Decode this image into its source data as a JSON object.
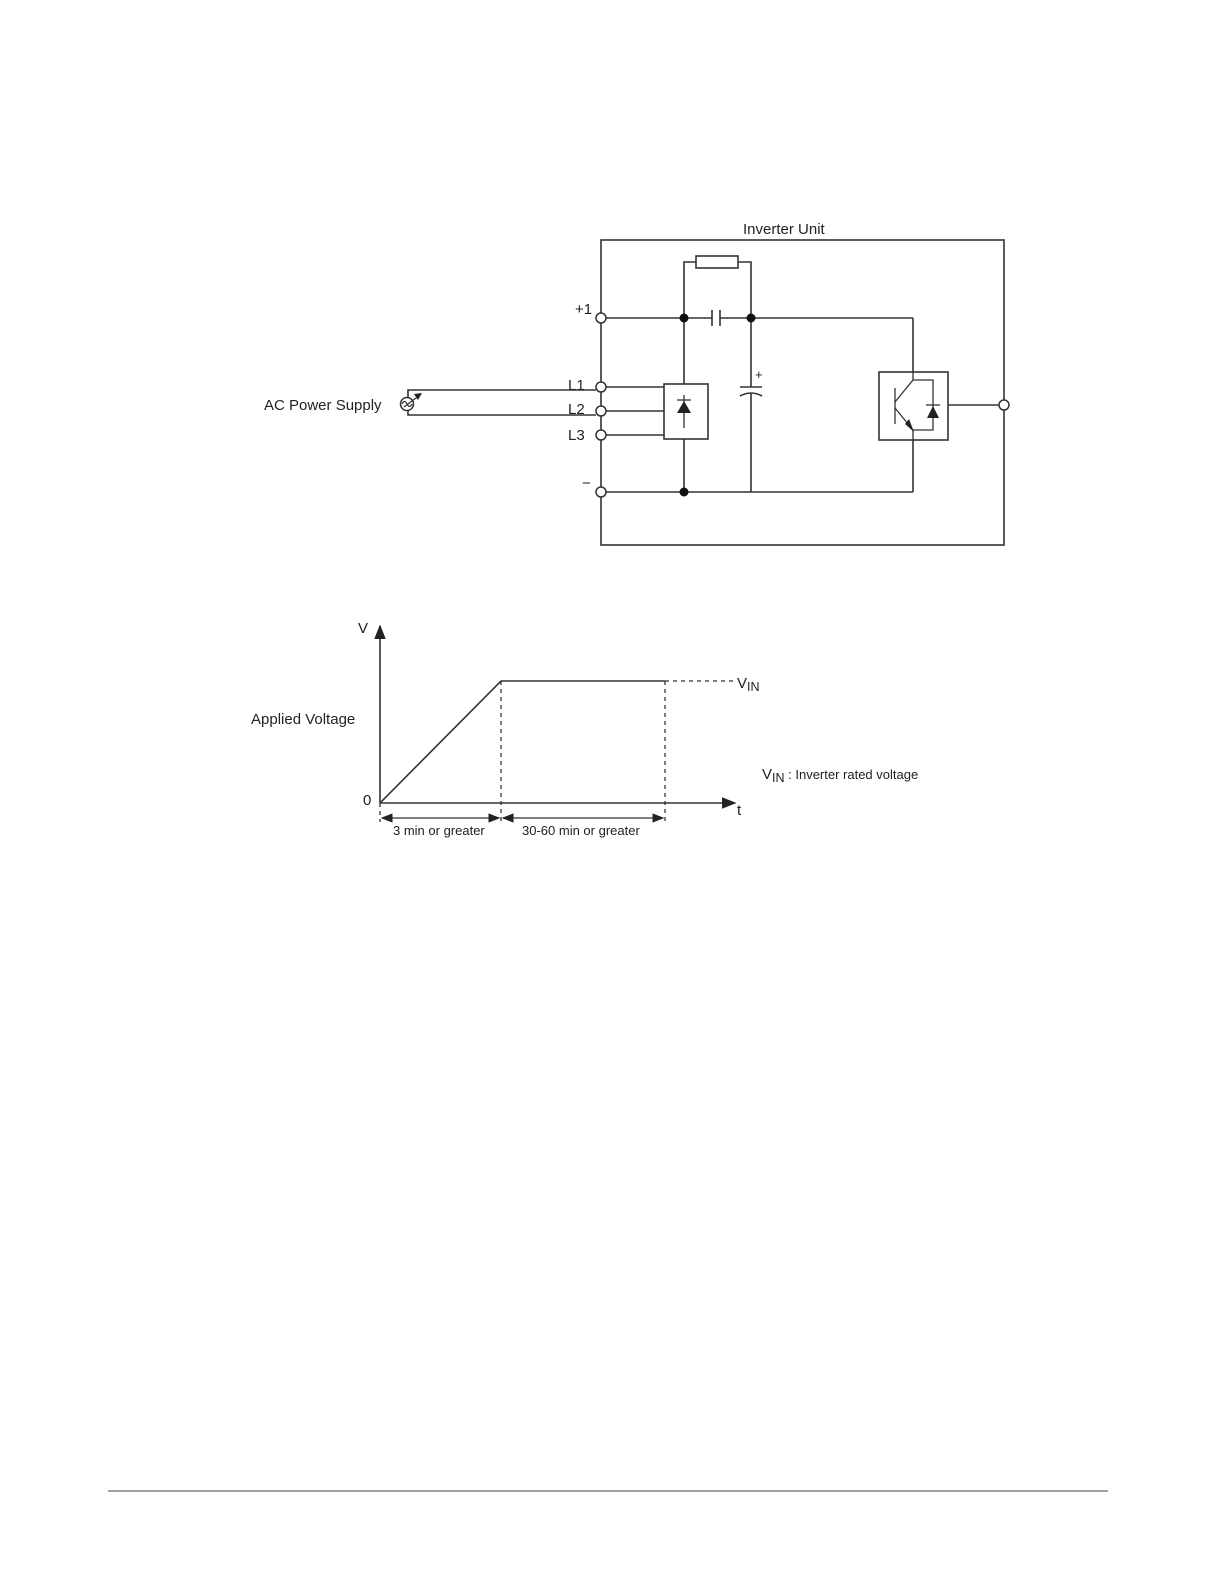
{
  "circuit": {
    "unit_label": "Inverter Unit",
    "supply_label": "AC Power Supply",
    "terminals": {
      "plus1": "+1",
      "l1": "L1",
      "l2": "L2",
      "l3": "L3",
      "minus": "−"
    },
    "cap_polarity": "+"
  },
  "timing": {
    "y_axis": "V",
    "x_axis": "t",
    "origin": "0",
    "side_label": "Applied Voltage",
    "vin_main": "V",
    "vin_sub": "IN",
    "legend_main": "V",
    "legend_sub": "IN",
    "legend_rest": " : Inverter rated voltage",
    "phase1": "3 min or greater",
    "phase2": "30-60 min or greater"
  }
}
